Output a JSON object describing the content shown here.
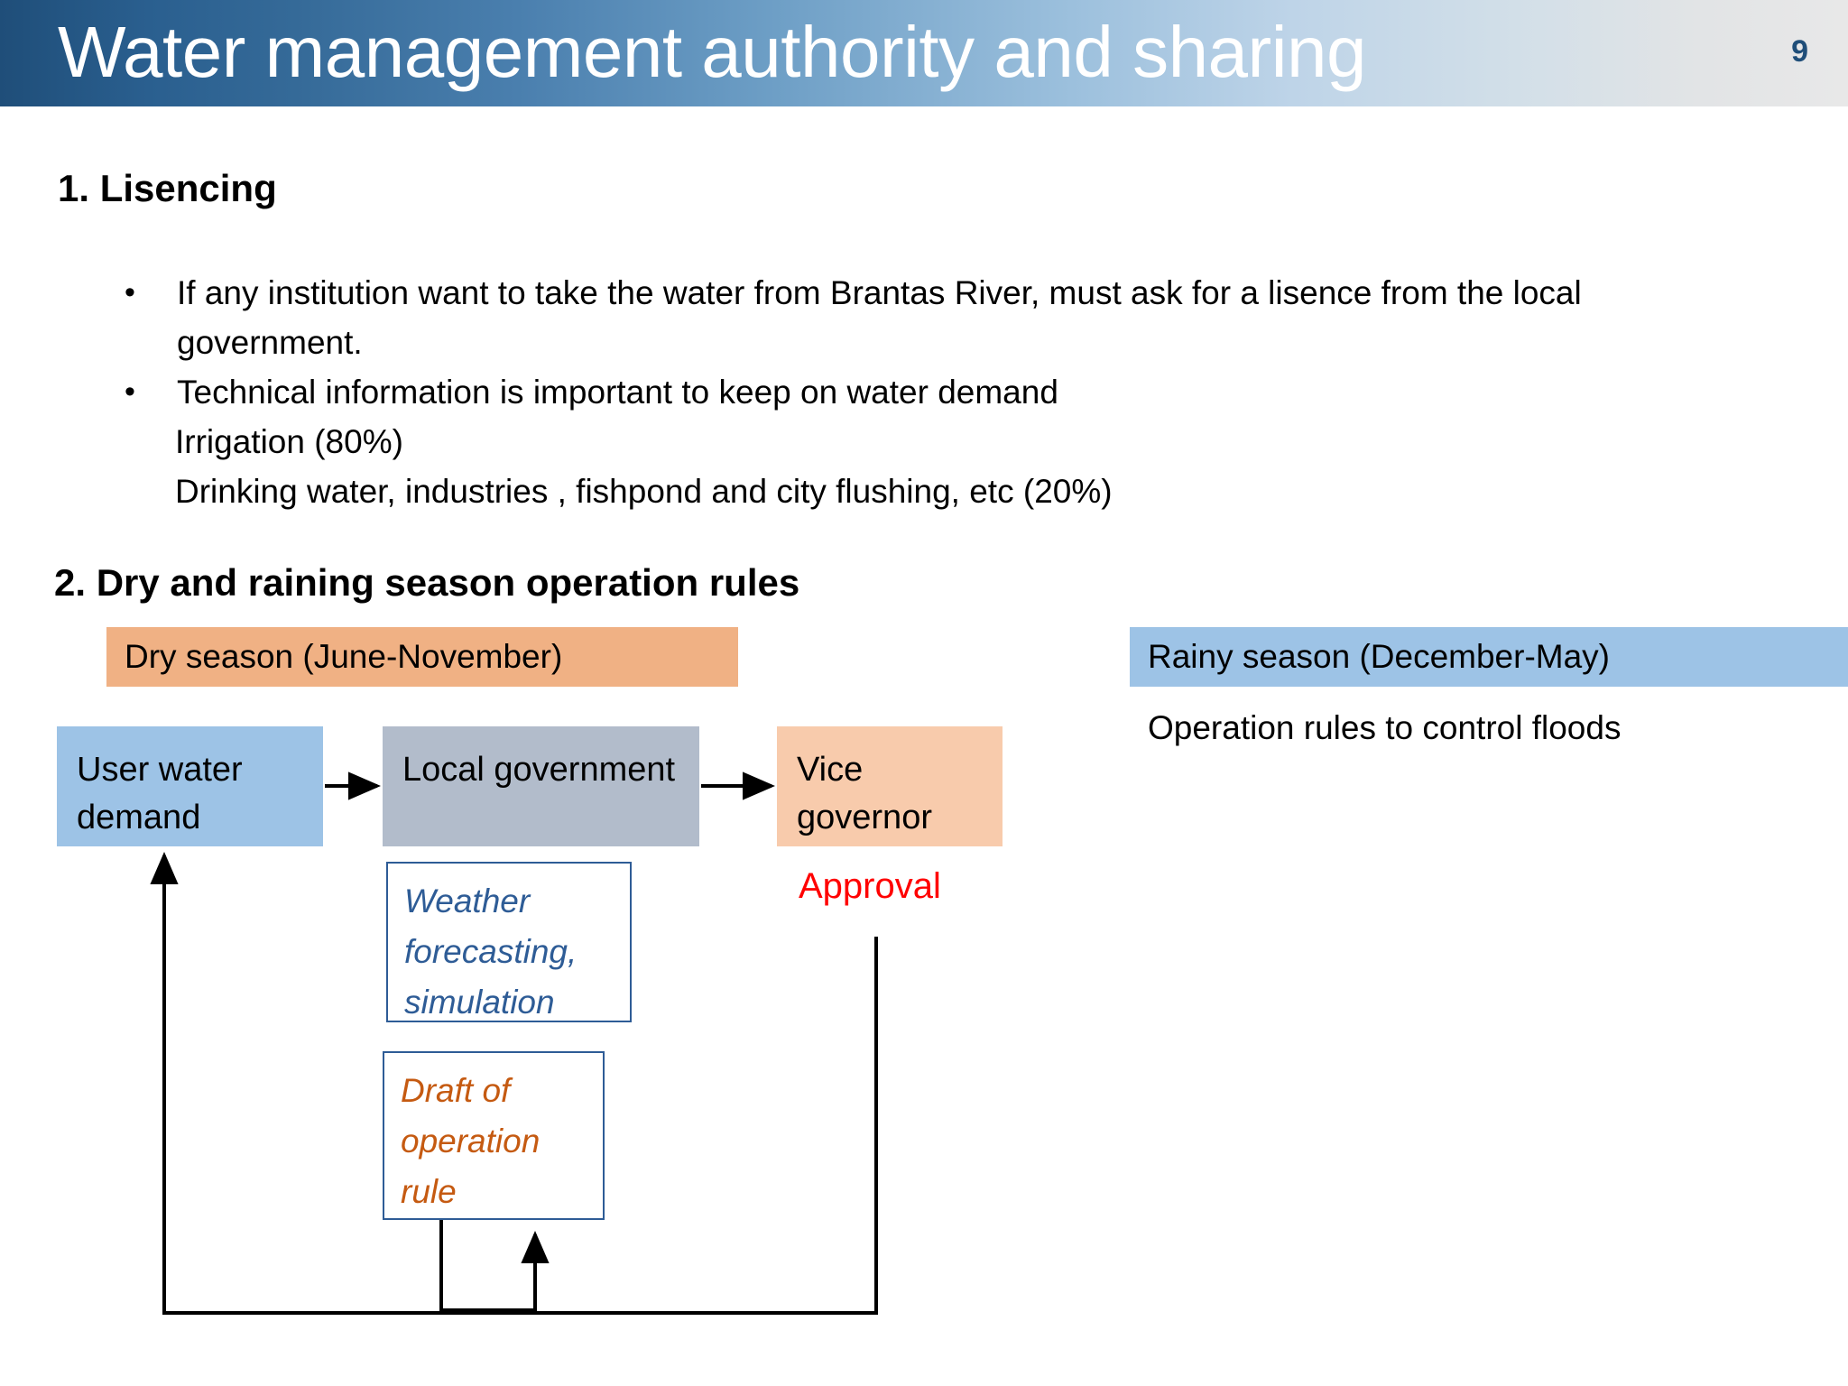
{
  "header": {
    "title": "Water management authority and sharing",
    "page_number": "9",
    "gradient_start": "#1f4e79",
    "gradient_end": "#e8e8e8",
    "title_color": "#ffffff",
    "page_number_color": "#1f4e79"
  },
  "sections": {
    "licensing": {
      "heading": "1. Lisencing",
      "bullets": [
        {
          "marker": "•",
          "text": "If any institution want to take the water from Brantas River, must ask for a lisence from the local government."
        },
        {
          "marker": "•",
          "text": "Technical information is important to keep on water demand"
        }
      ],
      "plain_lines": [
        "Irrigation (80%)",
        "Drinking water, industries , fishpond and city flushing, etc (20%)"
      ]
    },
    "season_rules": {
      "heading": "2. Dry and raining season operation rules",
      "dry_season": {
        "label": "Dry season (June-November)",
        "color": "#F0B184"
      },
      "rainy_season": {
        "label": "Rainy season (December-May)",
        "color": "#9DC3E6",
        "body_text": "Operation rules to control floods"
      }
    }
  },
  "flowchart": {
    "boxes": [
      {
        "id": "user-demand",
        "label": "User water demand",
        "color": "#9DC3E6"
      },
      {
        "id": "local-government",
        "label": "Local government",
        "color": "#B2BCCB"
      },
      {
        "id": "vice-governor",
        "label": "Vice governor",
        "color": "#F8CBAC"
      }
    ],
    "notes": [
      {
        "id": "weather",
        "label": "Weather forecasting, simulation",
        "text_color": "#2E5C96",
        "border_color": "#2E5C96"
      },
      {
        "id": "draft-rule",
        "label": "Draft of operation rule",
        "text_color": "#C55A11",
        "border_color": "#2E5C96"
      }
    ],
    "approval_label": "Approval",
    "approval_color": "#FF0000",
    "connector_color": "#000000"
  }
}
